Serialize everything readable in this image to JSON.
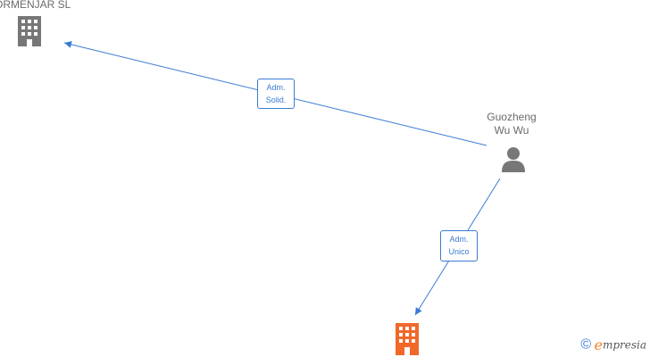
{
  "nodes": {
    "company_top": {
      "label": "ORMENJAR SL",
      "color": "#777777"
    },
    "person": {
      "label_line1": "Guozheng",
      "label_line2": "Wu Wu",
      "color": "#777777"
    },
    "company_bottom": {
      "label": "",
      "color": "#f0682a"
    }
  },
  "edges": {
    "to_company_top": {
      "label_line1": "Adm.",
      "label_line2": "Solid.",
      "color": "#3a7bd5"
    },
    "to_company_bottom": {
      "label_line1": "Adm.",
      "label_line2": "Unico",
      "color": "#3a7bd5"
    }
  },
  "brand": {
    "copyright_symbol": "©",
    "logo_initial": "e",
    "logo_rest": "mpresia"
  },
  "icons": [
    "building-icon",
    "person-icon",
    "building-icon-highlighted",
    "copyright-icon"
  ]
}
